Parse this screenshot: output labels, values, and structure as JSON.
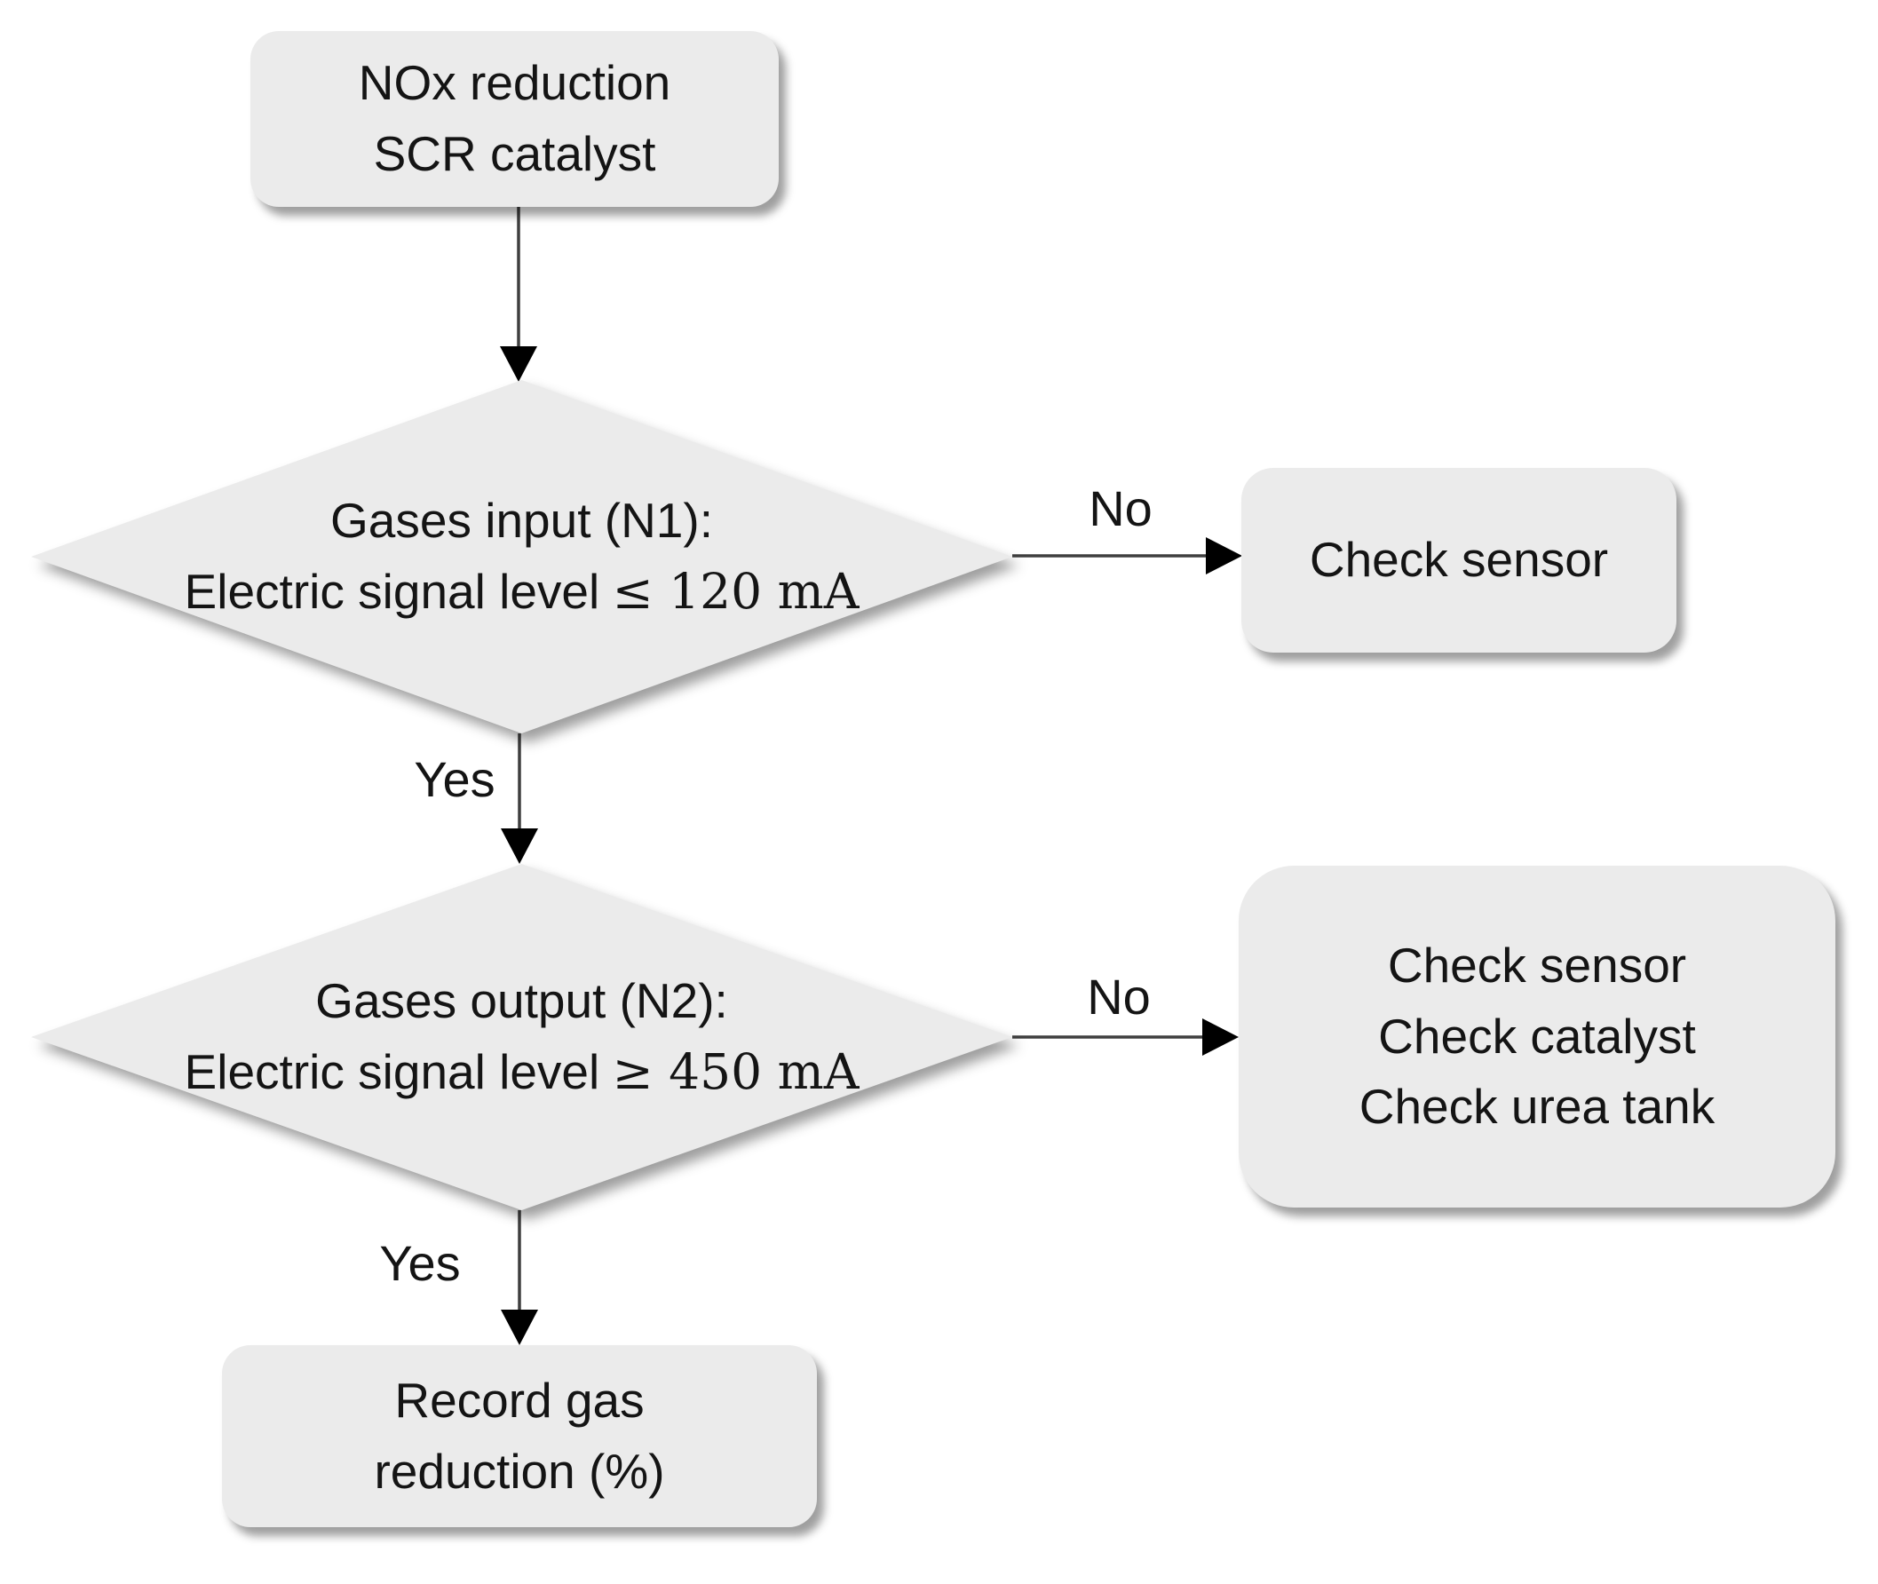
{
  "colors": {
    "node_fill": "#ebebeb",
    "arrow": "#3f3f3f",
    "arrow_head": "#000000",
    "text": "#141414"
  },
  "nodes": {
    "start": {
      "type": "rounded-rectangle",
      "lines": [
        "NOx reduction",
        "SCR catalyst"
      ]
    },
    "decision_input": {
      "type": "decision-diamond",
      "line1": "Gases input (N1):",
      "line2_text": "Electric signal level",
      "line2_math": "≤ 120 mA"
    },
    "check_sensor": {
      "type": "rounded-rectangle",
      "lines": [
        "Check sensor"
      ]
    },
    "decision_output": {
      "type": "decision-diamond",
      "line1": "Gases output (N2):",
      "line2_text": "Electric signal level",
      "line2_math": "≥ 450 mA"
    },
    "check_list": {
      "type": "rounded-rectangle",
      "lines": [
        "Check sensor",
        "Check catalyst",
        "Check urea tank"
      ]
    },
    "record": {
      "type": "rounded-rectangle",
      "lines": [
        "Record gas",
        "reduction (%)"
      ]
    }
  },
  "edges": [
    {
      "from": "start",
      "to": "decision_input",
      "label": ""
    },
    {
      "from": "decision_input",
      "to": "check_sensor",
      "label": "No"
    },
    {
      "from": "decision_input",
      "to": "decision_output",
      "label": "Yes"
    },
    {
      "from": "decision_output",
      "to": "check_list",
      "label": "No"
    },
    {
      "from": "decision_output",
      "to": "record",
      "label": "Yes"
    }
  ]
}
